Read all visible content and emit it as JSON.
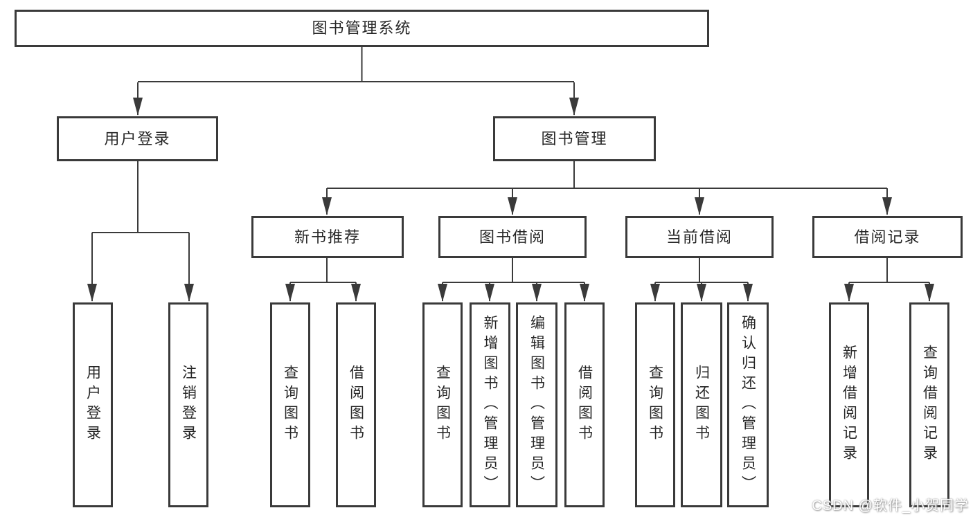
{
  "diagram": {
    "root": {
      "label": "图书管理系统"
    },
    "level2": [
      {
        "label": "用户登录"
      },
      {
        "label": "图书管理"
      }
    ],
    "level3": [
      {
        "label": "新书推荐",
        "parent": "图书管理"
      },
      {
        "label": "图书借阅",
        "parent": "图书管理"
      },
      {
        "label": "当前借阅",
        "parent": "图书管理"
      },
      {
        "label": "借阅记录",
        "parent": "图书管理"
      }
    ],
    "leaves": [
      {
        "label": "用户登录",
        "parent": "用户登录"
      },
      {
        "label": "注销登录",
        "parent": "用户登录"
      },
      {
        "label": "查询图书",
        "parent": "新书推荐"
      },
      {
        "label": "借阅图书",
        "parent": "新书推荐"
      },
      {
        "label": "查询图书",
        "parent": "图书借阅"
      },
      {
        "label": "新增图书（管理员）",
        "parent": "图书借阅"
      },
      {
        "label": "编辑图书（管理员）",
        "parent": "图书借阅"
      },
      {
        "label": "借阅图书",
        "parent": "图书借阅"
      },
      {
        "label": "查询图书",
        "parent": "当前借阅"
      },
      {
        "label": "归还图书",
        "parent": "当前借阅"
      },
      {
        "label": "确认归还（管理员）",
        "parent": "当前借阅"
      },
      {
        "label": "新增借阅记录",
        "parent": "借阅记录"
      },
      {
        "label": "查询借阅记录",
        "parent": "借阅记录"
      }
    ]
  },
  "watermark": {
    "text": "CSDN @软件_小贺同学"
  },
  "colors": {
    "line": "#3a3a3a",
    "text": "#262626",
    "background": "#ffffff"
  }
}
